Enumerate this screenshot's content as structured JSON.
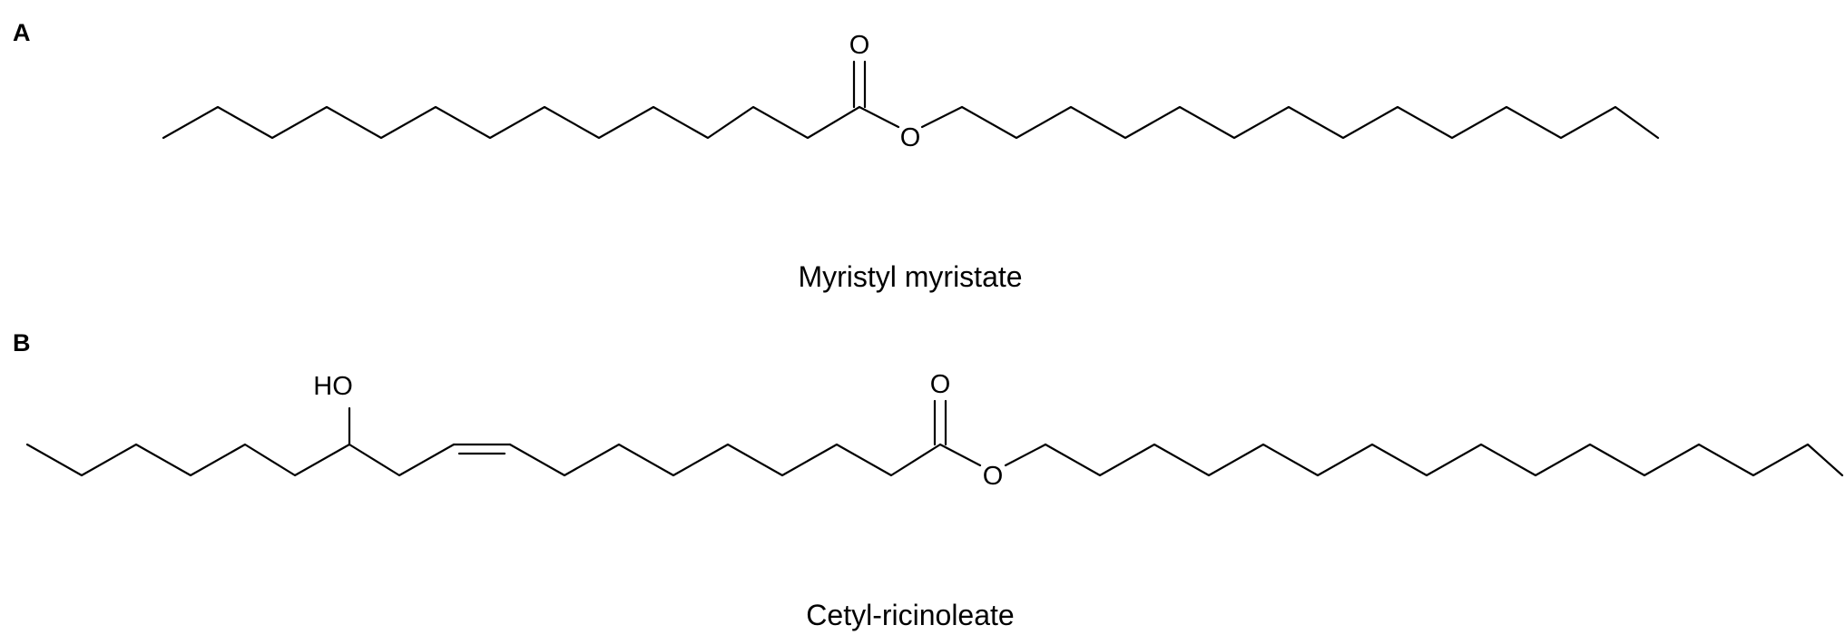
{
  "panels": {
    "a": {
      "letter": "A",
      "name": "Myristyl myristate",
      "atoms": {
        "carbonyl_o": "O",
        "ester_o": "O"
      }
    },
    "b": {
      "letter": "B",
      "name": "Cetyl-ricinoleate",
      "atoms": {
        "hydroxyl": "HO",
        "carbonyl_o": "O",
        "ester_o": "O"
      }
    }
  },
  "colors": {
    "ink": "#000000",
    "background": "#ffffff"
  }
}
